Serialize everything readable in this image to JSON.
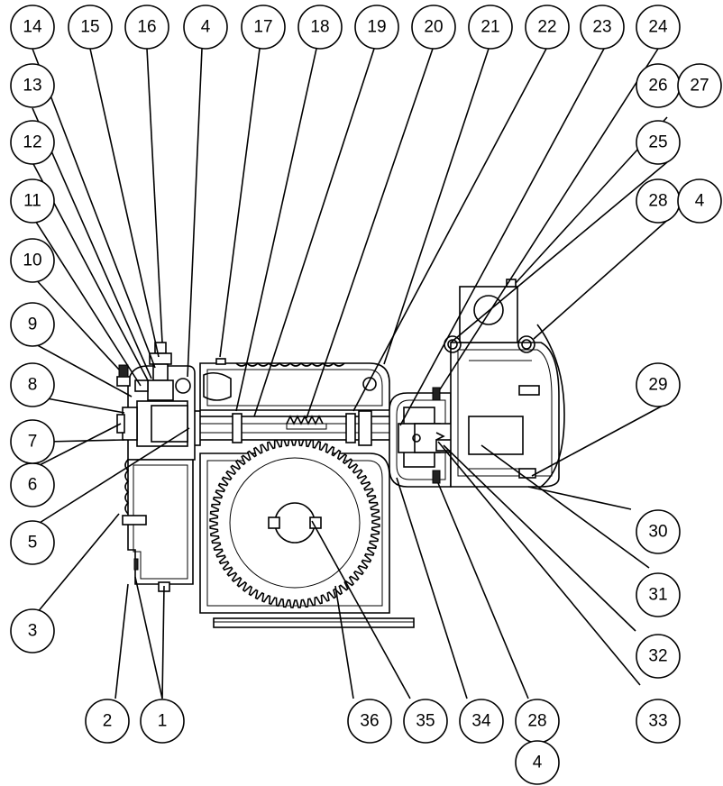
{
  "colors": {
    "line": "#000000",
    "background": "#ffffff"
  },
  "callouts": [
    "1",
    "2",
    "3",
    "4",
    "5",
    "6",
    "7",
    "8",
    "9",
    "10",
    "11",
    "12",
    "13",
    "14",
    "15",
    "16",
    "17",
    "18",
    "19",
    "20",
    "21",
    "22",
    "23",
    "24",
    "25",
    "26",
    "27",
    "28",
    "29",
    "30",
    "31",
    "32",
    "33",
    "34",
    "35",
    "36"
  ]
}
